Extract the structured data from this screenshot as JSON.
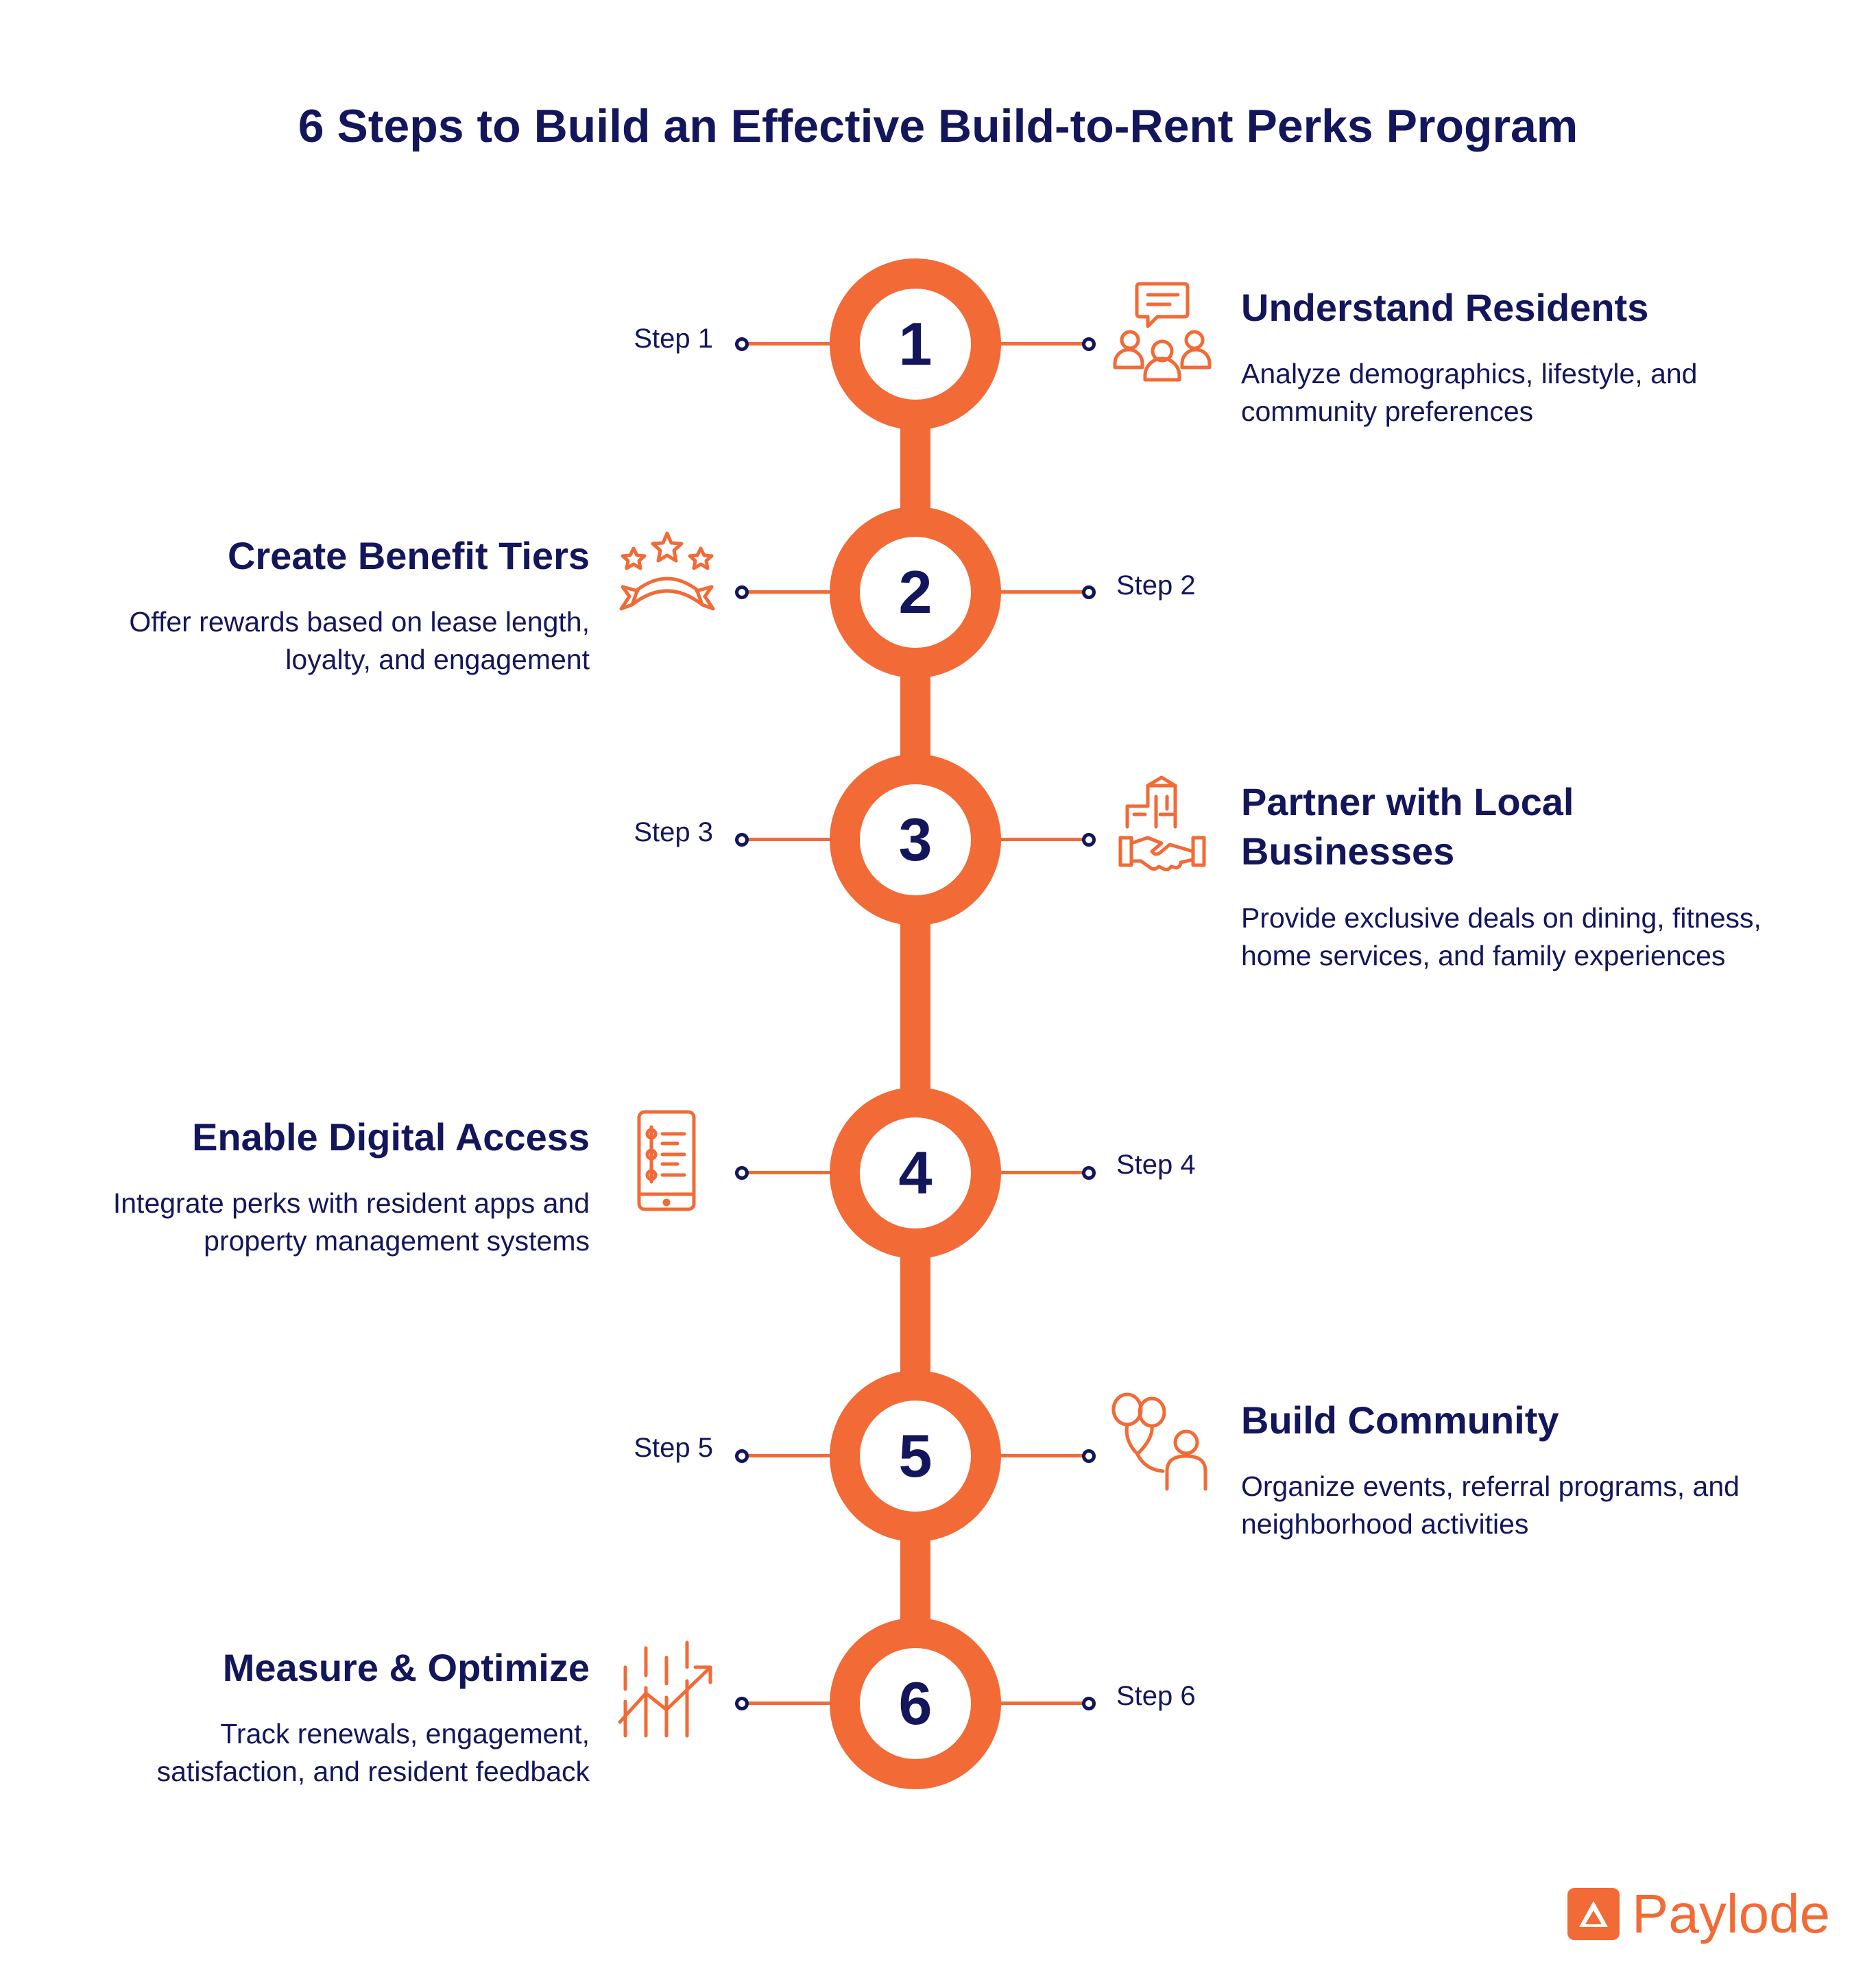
{
  "title": "6 Steps to Build an Effective Build-to-Rent Perks Program",
  "colors": {
    "accent": "#f26a36",
    "text": "#14165c",
    "background": "#ffffff"
  },
  "steps": [
    {
      "number": "1",
      "label": "Step 1",
      "title": "Understand Residents",
      "description": "Analyze demographics, lifestyle, and community preferences",
      "icon": "residents-chat-icon"
    },
    {
      "number": "2",
      "label": "Step 2",
      "title": "Create Benefit Tiers",
      "description": "Offer rewards based on lease length, loyalty, and engagement",
      "icon": "stars-ribbon-icon"
    },
    {
      "number": "3",
      "label": "Step 3",
      "title": "Partner with Local Businesses",
      "description": "Provide exclusive deals on dining, fitness, home services, and family experiences",
      "icon": "handshake-building-icon"
    },
    {
      "number": "4",
      "label": "Step 4",
      "title": "Enable Digital Access",
      "description": "Integrate perks with resident apps and property management systems",
      "icon": "mobile-app-icon"
    },
    {
      "number": "5",
      "label": "Step 5",
      "title": "Build Community",
      "description": "Organize events, referral programs, and neighborhood activities",
      "icon": "balloons-person-icon"
    },
    {
      "number": "6",
      "label": "Step 6",
      "title": "Measure & Optimize",
      "description": "Track renewals, engagement, satisfaction, and resident feedback",
      "icon": "growth-chart-icon"
    }
  ],
  "brand": {
    "name": "Paylode",
    "icon": "paylode-logo-icon"
  }
}
